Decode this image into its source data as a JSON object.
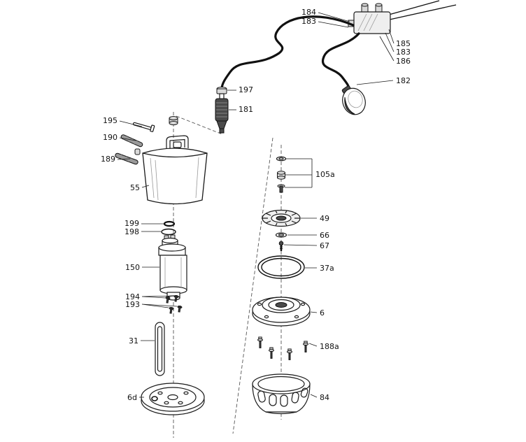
{
  "diagram": {
    "callouts": [
      {
        "part": "184"
      },
      {
        "part": "183"
      },
      {
        "part": "185"
      },
      {
        "part": "183"
      },
      {
        "part": "186"
      },
      {
        "part": "182"
      },
      {
        "part": "197"
      },
      {
        "part": "181"
      },
      {
        "part": "195"
      },
      {
        "part": "190"
      },
      {
        "part": "189"
      },
      {
        "part": "55"
      },
      {
        "part": "199"
      },
      {
        "part": "198"
      },
      {
        "part": "150"
      },
      {
        "part": "194"
      },
      {
        "part": "193"
      },
      {
        "part": "31"
      },
      {
        "part": "6d"
      },
      {
        "part": "105a"
      },
      {
        "part": "49"
      },
      {
        "part": "66"
      },
      {
        "part": "67"
      },
      {
        "part": "37a"
      },
      {
        "part": "6"
      },
      {
        "part": "188a"
      },
      {
        "part": "84"
      }
    ]
  }
}
